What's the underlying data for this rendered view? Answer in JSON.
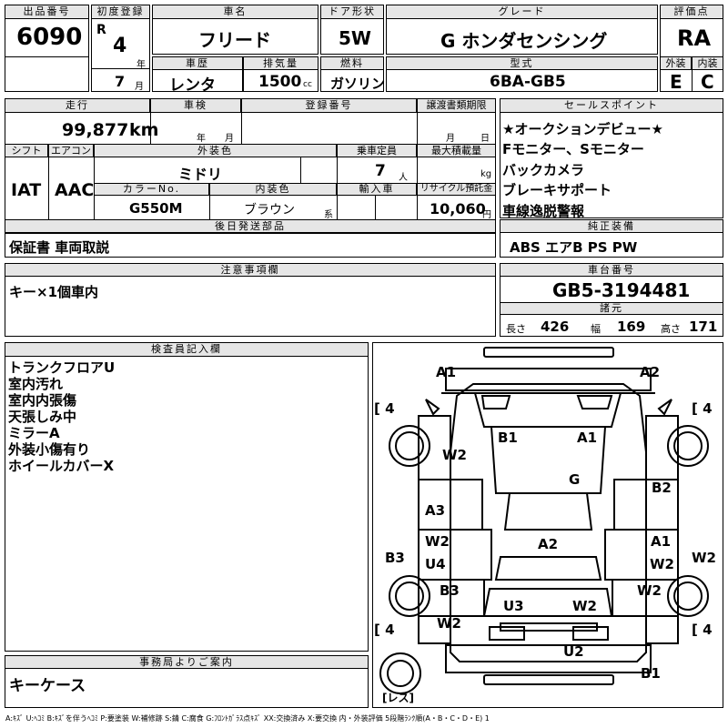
{
  "header": {
    "lot_label": "出品番号",
    "lot_no": "6090",
    "first_reg_label": "初度登録",
    "era": "R",
    "year": "4",
    "year_unit": "年",
    "month": "7",
    "month_unit": "月",
    "car_name_label": "車名",
    "car_name": "フリード",
    "door_label": "ドア形状",
    "door": "5W",
    "grade_label": "グレード",
    "grade": "G ホンダセンシング",
    "score_label": "評価点",
    "score": "RA",
    "history_label": "車歴",
    "history": "レンタ",
    "disp_label": "排気量",
    "disp": "1500",
    "disp_unit": "cc",
    "fuel_label": "燃料",
    "fuel": "ガソリン",
    "model_label": "型式",
    "model": "6BA-GB5",
    "ext_label": "外装",
    "ext": "E",
    "int_label": "内装",
    "int": "C"
  },
  "row2": {
    "mileage_label": "走行",
    "mileage": "99,877",
    "mileage_unit": "km",
    "inspect_label": "車検",
    "inspect_year": "年",
    "inspect_month": "月",
    "regno_label": "登録番号",
    "transfer_label": "譲渡書類期限",
    "transfer_month": "月",
    "transfer_day": "日",
    "shift_label": "シフト",
    "shift": "IAT",
    "ac_label": "エアコン",
    "ac": "AAC",
    "color_label": "外装色",
    "color": "ミドリ",
    "capacity_label": "乗車定員",
    "capacity": "7",
    "capacity_unit": "人",
    "load_label": "最大積載量",
    "load_unit": "kg",
    "colorno_label": "カラーNo.",
    "colorno": "G550M",
    "intcolor_label": "内装色",
    "intcolor": "ブラウン",
    "intcolor_unit": "系",
    "import_label": "輸入車",
    "recycle_label": "リサイクル預託金",
    "recycle": "10,060",
    "recycle_unit": "円"
  },
  "sales": {
    "label": "セールスポイント",
    "items": [
      "★オークションデビュー★",
      "Fモニター、Sモニター",
      "バックカメラ",
      "ブレーキサポート",
      "車線逸脱警報"
    ]
  },
  "later": {
    "label": "後日発送部品",
    "value": "保証書 車両取説"
  },
  "genuine": {
    "label": "純正装備",
    "value": "ABS エアB PS PW"
  },
  "notes": {
    "label": "注意事項欄",
    "value": "キー×1個車内"
  },
  "chassis": {
    "label": "車台番号",
    "value": "GB5-3194481",
    "spec_label": "諸元",
    "length_label": "長さ",
    "length": "426",
    "width_label": "幅",
    "width": "169",
    "height_label": "高さ",
    "height": "171"
  },
  "inspector": {
    "label": "検査員記入欄",
    "items": [
      "トランクフロアU",
      "室内汚れ",
      "室内内張傷",
      "天張しみ中",
      "ミラーA",
      "外装小傷有り",
      "ホイールカバーX"
    ]
  },
  "office": {
    "label": "事務局よりご案内",
    "value": "キーケース"
  },
  "diagram": {
    "marks": {
      "fl": "A1",
      "fr": "A2",
      "roof_b1": "B1",
      "roof_a1": "A1",
      "wl": "W2",
      "g": "G",
      "a3": "A3",
      "b2": "B2",
      "w2l": "W2",
      "a2": "A2",
      "a1r": "A1",
      "b3l": "B3",
      "u4": "U4",
      "w2r": "W2",
      "w2r2": "W2",
      "b3": "B3",
      "w2c": "W2",
      "u3": "U3",
      "w2c2": "W2",
      "w2l2": "W2",
      "u2": "U2",
      "b1": "B1"
    },
    "tire": "4",
    "spare": "レス"
  },
  "legend": "A:ｷｽﾞ U:ﾍｺﾐ B:ｷｽﾞを伴うﾍｺﾐ P:要塗装 W:補修跡 S:錆 C:腐食 G:ﾌﾛﾝﾄｶﾞﾗｽ点ｷｽﾞ XX:交換済み X:要交換 内・外装評価 5段階ﾗﾝｸ順(A・B・C・D・E) 1"
}
